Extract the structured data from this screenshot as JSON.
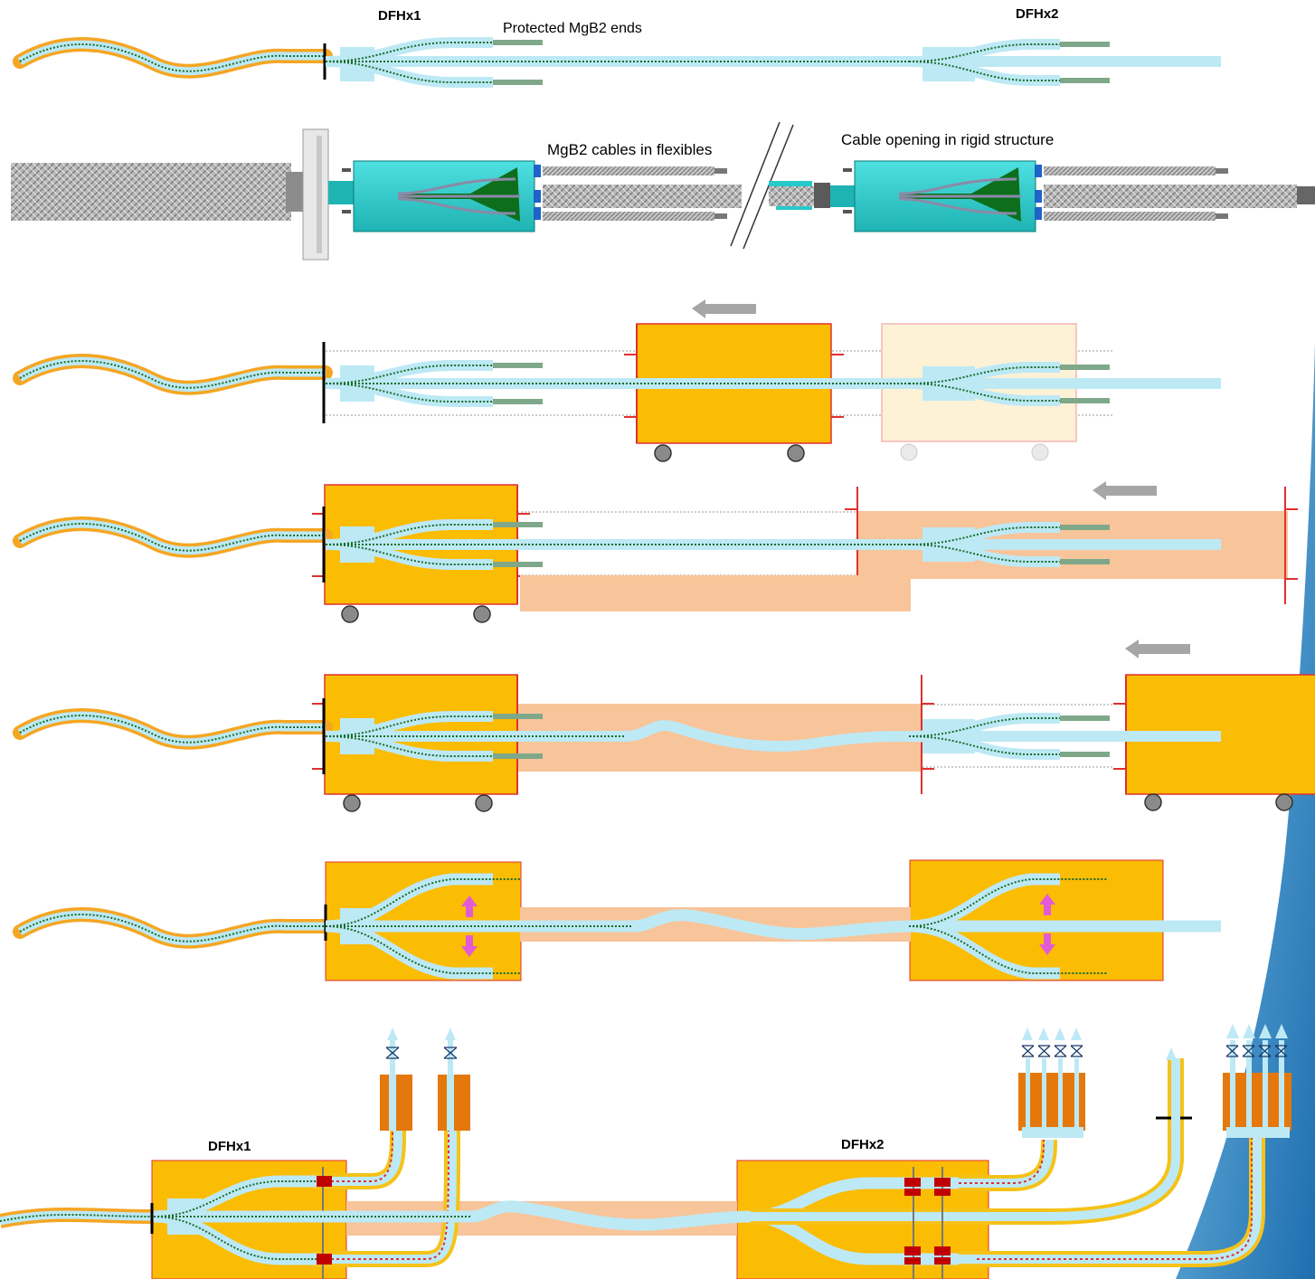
{
  "labels": {
    "dfhx1_top": "DFHx1",
    "dfhx2_top": "DFHx2",
    "protected_ends": "Protected MgB2 ends",
    "mgb2_flexibles": "MgB2 cables in flexibles",
    "cable_opening": "Cable opening in rigid structure",
    "dfhx1_bottom": "DFHx1",
    "dfhx2_bottom": "DFHx2"
  },
  "colors": {
    "cable_light_blue": "#bde9f5",
    "cable_orange": "#f5a623",
    "dotted_green": "#1a6b2a",
    "box_orange": "#fbbc04",
    "box_border": "#e03030",
    "sleeve_peach": "#f8c49a",
    "arrow_magenta": "#e25bd6",
    "arrow_gray": "#a6a6a6",
    "copper": "#e5780c",
    "connector_red": "#c00000",
    "flexible_teal": "#28c9c9",
    "accent_blue": "#1e78b4"
  },
  "icons": [
    "gray-left-arrow-icon",
    "magenta-up-arrow-icon",
    "magenta-down-arrow-icon",
    "valve-icon",
    "wheel-icon"
  ]
}
